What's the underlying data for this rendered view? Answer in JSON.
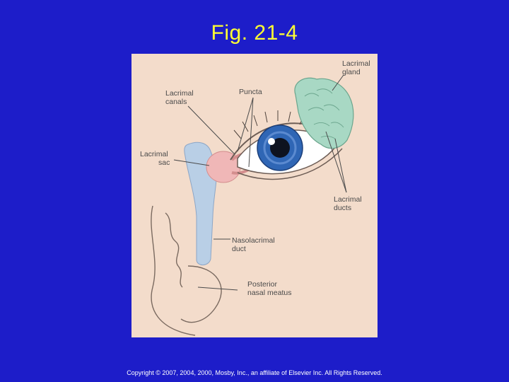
{
  "slide": {
    "title": "Fig. 21-4",
    "copyright": "Copyright © 2007, 2004, 2000, Mosby, Inc., an affiliate of Elsevier Inc. All Rights Reserved."
  },
  "diagram": {
    "labels": {
      "lacrimal_gland_l1": "Lacrimal",
      "lacrimal_gland_l2": "gland",
      "lacrimal_canals_l1": "Lacrimal",
      "lacrimal_canals_l2": "canals",
      "puncta": "Puncta",
      "lacrimal_sac_l1": "Lacrimal",
      "lacrimal_sac_l2": "sac",
      "lacrimal_ducts_l1": "Lacrimal",
      "lacrimal_ducts_l2": "ducts",
      "nasolacrimal_l1": "Nasolacrimal",
      "nasolacrimal_l2": "duct",
      "posterior_l1": "Posterior",
      "posterior_l2": "nasal meatus"
    },
    "colors": {
      "background": "#f3dccb",
      "gland": "#a8d8c4",
      "duct": "#b9cfe6",
      "sac": "#f0b7b7",
      "iris": "#2f66b5",
      "pupil": "#0e1320"
    }
  }
}
